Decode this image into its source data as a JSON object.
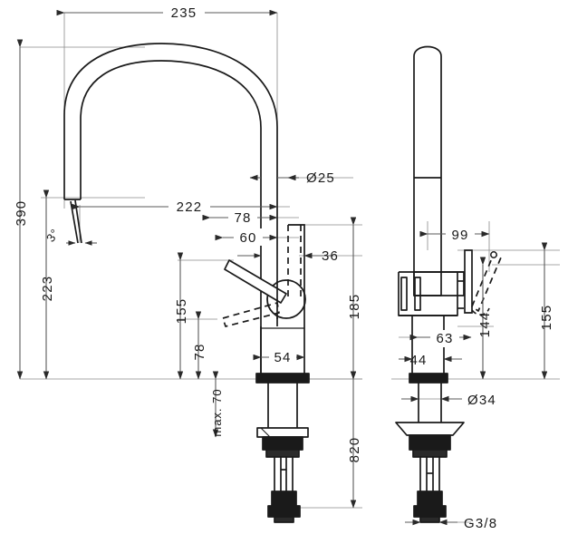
{
  "drawing": {
    "title": "Kitchen mixer tap technical dimension drawing",
    "units": "mm",
    "views": [
      {
        "name": "front-view",
        "label": ""
      },
      {
        "name": "side-view",
        "label": ""
      }
    ],
    "line_color": "#1a1a1a",
    "dim_color": "#5a5a5a",
    "background": "#ffffff"
  },
  "dimensions": {
    "front": {
      "spout_reach_total": "235",
      "overall_height": "390",
      "spout_height": "223",
      "spout_outlet_offset": "222",
      "spout_tube_dia": "Ø25",
      "angle_outlet": "3°",
      "column_to_lever_pivot": "78",
      "lever_offset_60": "60",
      "lever_offset_36": "36",
      "lever_up_height": "155",
      "lever_down_height": "78",
      "body_height_185": "185",
      "body_width_54": "54",
      "max_deck_thickness": "max. 70",
      "supply_hose_length": "820"
    },
    "side": {
      "handle_reach_99": "99",
      "body_depth_63": "63",
      "base_width_44": "44",
      "shank_dia": "Ø34",
      "handle_height_144": "144",
      "handle_height_155": "155",
      "thread_size": "G3/8"
    }
  }
}
